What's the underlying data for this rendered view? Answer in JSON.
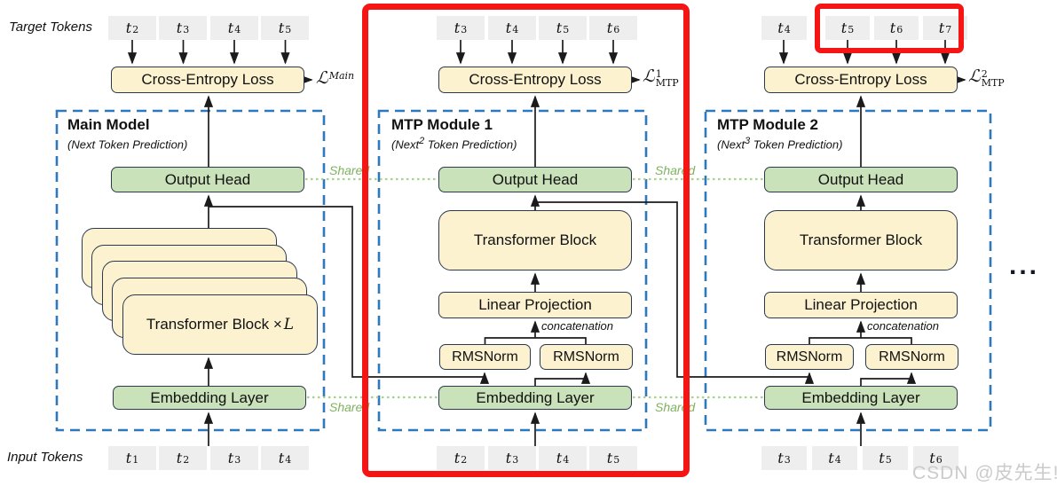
{
  "labels": {
    "target_tokens": "Target Tokens",
    "input_tokens": "Input Tokens",
    "shared": "Shared",
    "concatenation": "concatenation",
    "ellipsis": "...",
    "watermark": "CSDN @皮先生!"
  },
  "colors": {
    "box_yellow": "#fdf2d0",
    "box_green": "#c9e2ba",
    "border_dark": "#2b3950",
    "dashed_blue": "#2e78bb",
    "token_gray": "#eeeeee",
    "shared_green": "#7fb25f",
    "dotted_green": "#a9d18e",
    "annotation_red": "#f51515"
  },
  "modules": [
    {
      "title": "Main Model",
      "subtitle": {
        "pre": "(Next",
        "sup": "",
        "post": " Token Prediction)"
      },
      "ce_loss": "Cross-Entropy Loss",
      "loss": {
        "script": "ℒ",
        "sup": "",
        "sub": "Main"
      },
      "output_head": "Output Head",
      "transformer_block": {
        "pre": "Transformer Block × ",
        "var": "L"
      },
      "embedding_layer": "Embedding Layer",
      "target_tokens": [
        {
          "base": "t",
          "sub": "2"
        },
        {
          "base": "t",
          "sub": "3"
        },
        {
          "base": "t",
          "sub": "4"
        },
        {
          "base": "t",
          "sub": "5"
        }
      ],
      "input_tokens": [
        {
          "base": "t",
          "sub": "1"
        },
        {
          "base": "t",
          "sub": "2"
        },
        {
          "base": "t",
          "sub": "3"
        },
        {
          "base": "t",
          "sub": "4"
        }
      ]
    },
    {
      "title": "MTP Module 1",
      "subtitle": {
        "pre": "(Next",
        "sup": "2",
        "post": " Token Prediction)"
      },
      "ce_loss": "Cross-Entropy Loss",
      "loss": {
        "script": "ℒ",
        "sup": "1",
        "sub": "MTP"
      },
      "output_head": "Output Head",
      "transformer_block": "Transformer Block",
      "linear_projection": "Linear Projection",
      "rmsnorm_left": "RMSNorm",
      "rmsnorm_right": "RMSNorm",
      "embedding_layer": "Embedding Layer",
      "target_tokens": [
        {
          "base": "t",
          "sub": "3"
        },
        {
          "base": "t",
          "sub": "4"
        },
        {
          "base": "t",
          "sub": "5"
        },
        {
          "base": "t",
          "sub": "6"
        }
      ],
      "input_tokens": [
        {
          "base": "t",
          "sub": "2"
        },
        {
          "base": "t",
          "sub": "3"
        },
        {
          "base": "t",
          "sub": "4"
        },
        {
          "base": "t",
          "sub": "5"
        }
      ]
    },
    {
      "title": "MTP Module 2",
      "subtitle": {
        "pre": "(Next",
        "sup": "3",
        "post": " Token Prediction)"
      },
      "ce_loss": "Cross-Entropy Loss",
      "loss": {
        "script": "ℒ",
        "sup": "2",
        "sub": "MTP"
      },
      "output_head": "Output Head",
      "transformer_block": "Transformer Block",
      "linear_projection": "Linear Projection",
      "rmsnorm_left": "RMSNorm",
      "rmsnorm_right": "RMSNorm",
      "embedding_layer": "Embedding Layer",
      "target_tokens": [
        {
          "base": "t",
          "sub": "4"
        },
        {
          "base": "t",
          "sub": "5"
        },
        {
          "base": "t",
          "sub": "6"
        },
        {
          "base": "t",
          "sub": "7"
        }
      ],
      "input_tokens": [
        {
          "base": "t",
          "sub": "3"
        },
        {
          "base": "t",
          "sub": "4"
        },
        {
          "base": "t",
          "sub": "5"
        },
        {
          "base": "t",
          "sub": "6"
        }
      ]
    }
  ]
}
